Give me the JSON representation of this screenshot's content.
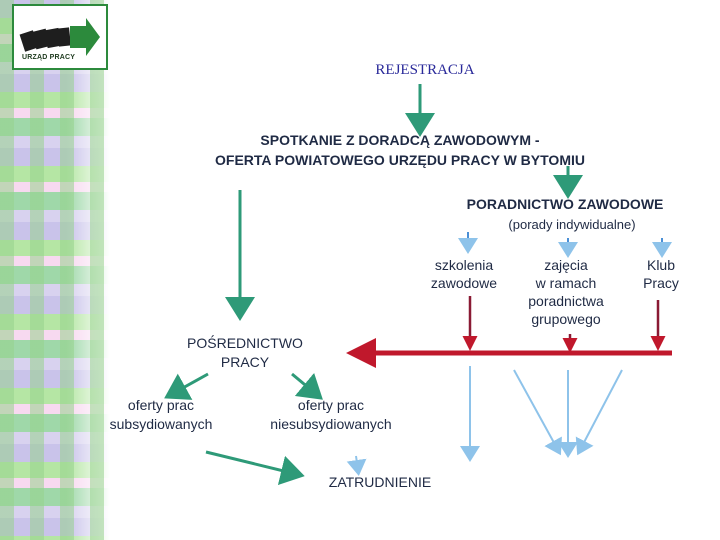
{
  "logo": {
    "text": "URZĄD PRACY",
    "icon": "urzad-pracy-logo-icon",
    "colors": {
      "green": "#2c8a3c",
      "dark": "#1e1e1e"
    }
  },
  "diagram": {
    "rejestracja": "REJESTRACJA",
    "spotkanie_line1": "SPOTKANIE Z DORADCĄ ZAWODOWYM -",
    "spotkanie_line2": "OFERTA POWIATOWEGO URZĘDU PRACY W BYTOMIU",
    "poradnictwo_title": "PORADNICTWO ZAWODOWE",
    "poradnictwo_sub": "(porady indywidualne)",
    "szkolenia_line1": "szkolenia",
    "szkolenia_line2": "zawodowe",
    "zajecia_line1": "zajęcia",
    "zajecia_line2": "w ramach",
    "zajecia_line3": "poradnictwa",
    "zajecia_line4": "grupowego",
    "klub_line1": "Klub",
    "klub_line2": "Pracy",
    "posrednictwo_line1": "POŚREDNICTWO",
    "posrednictwo_line2": "PRACY",
    "oferty_sub_line1": "oferty prac",
    "oferty_sub_line2": "subsydiowanych",
    "oferty_niesub_line1": "oferty prac",
    "oferty_niesub_line2": "niesubsydiowanych",
    "zatrudnienie": "ZATRUDNIENIE"
  },
  "colors": {
    "arrow_teal": "#2e9a78",
    "arrow_red": "#c0182c",
    "arrow_lightblue": "#8ec3ea",
    "text": "#1f2a44",
    "title_blue": "#2a2a9a"
  }
}
